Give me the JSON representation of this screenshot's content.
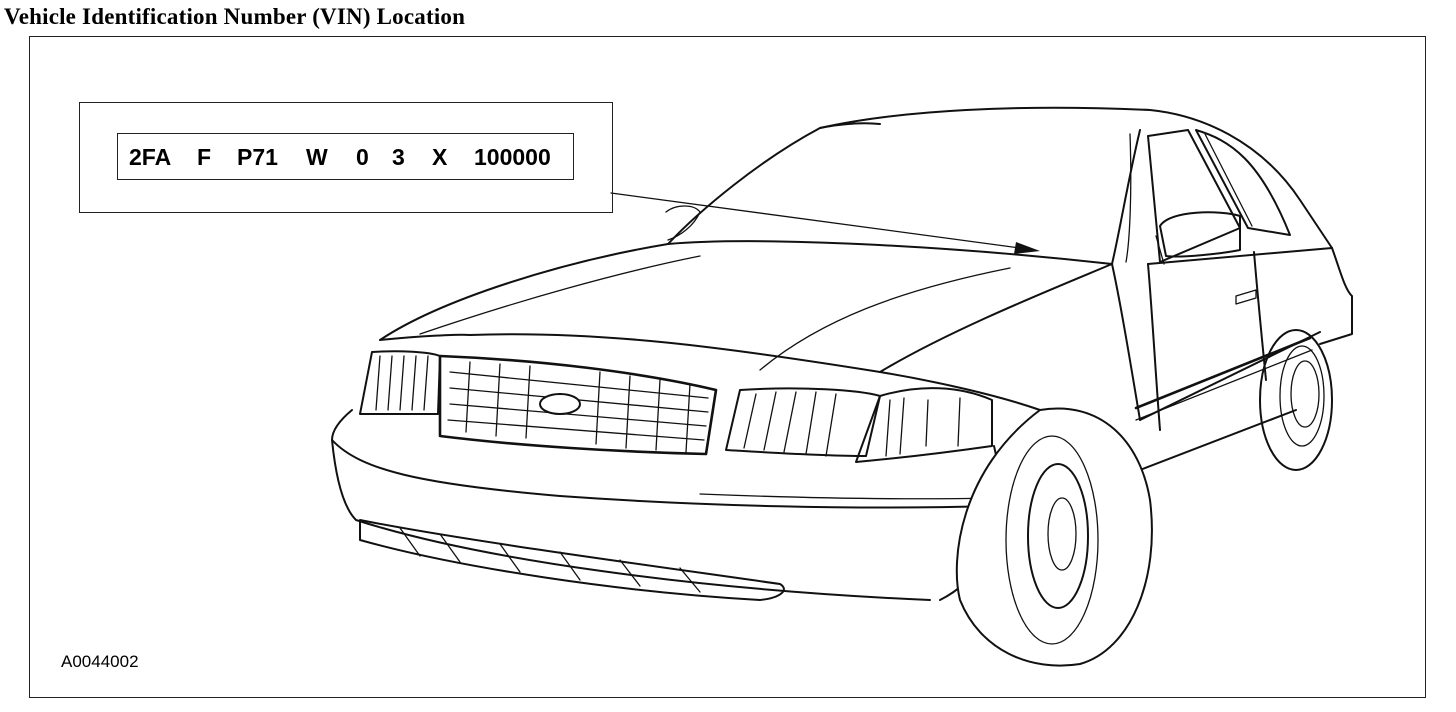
{
  "title": "Vehicle Identification Number (VIN) Location",
  "vin": {
    "segments": [
      "2FA",
      "F",
      "P71",
      "W",
      "0",
      "3",
      "X",
      "100000"
    ]
  },
  "figure_id": "A0044002",
  "icons": {
    "vehicle": "sedan-line-drawing",
    "pointer": "arrow-icon"
  }
}
